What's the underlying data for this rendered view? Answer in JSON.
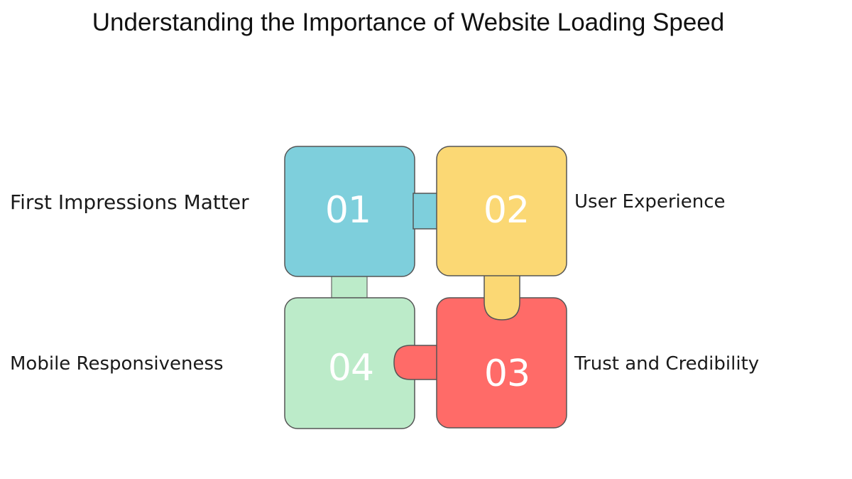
{
  "title": "Understanding the Importance of Website Loading Speed",
  "pieces": [
    {
      "number": "01",
      "label": "First Impressions Matter",
      "color": "#7ecfdc"
    },
    {
      "number": "02",
      "label": "User Experience",
      "color": "#fbd874"
    },
    {
      "number": "03",
      "label": "Trust and Credibility",
      "color": "#ff6b68"
    },
    {
      "number": "04",
      "label": "Mobile Responsiveness",
      "color": "#bcebc9"
    }
  ]
}
